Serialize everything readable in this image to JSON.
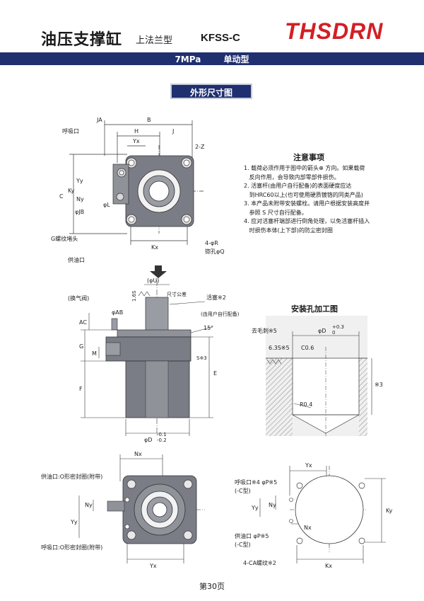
{
  "header": {
    "title": "油压支撑缸",
    "subtitle": "上法兰型",
    "model": "KFSS-C",
    "brand": "THSDRN",
    "pressure": "7MPa",
    "action": "单动型"
  },
  "section_title": "外形尺寸图",
  "notes": {
    "title": "注意事项",
    "lines": [
      "1. 载荷必须作用于图中的箭头⊕ 方向。如果载荷",
      "   反向作用，会导致内部零部件损伤。",
      "2. 活塞杆(由用户自行配备)的表面硬度应达",
      "   到HRC60以上(也可使用硬质镀铬的同类产品)",
      "3. 本产品未附带安装螺栓。请用户根据安装高度并",
      "   参照 S 尺寸自行配备。",
      "4. 应对活塞杆端部进行倒角处理，以免活塞杆插入",
      "   时损伤本体(上下部)的防尘密封圈"
    ]
  },
  "mount_title": "安装孔加工图",
  "page_number": "第30页",
  "top_view": {
    "labels": [
      "JA",
      "B",
      "H",
      "J",
      "Yx",
      "2-Z",
      "呼吸口",
      "C",
      "Ky",
      "Yy",
      "Ny",
      "φJB",
      "φL",
      "G螺纹堵头",
      "Kx",
      "4-φR",
      "锪孔φQ",
      "供油口"
    ]
  },
  "side_view": {
    "labels": [
      "(φU)",
      "1.6S",
      "尺寸公差",
      "(换气阀)",
      "φAB",
      "活塞※2",
      "(由用户自行配备)",
      "15°",
      "AC",
      "G",
      "M",
      "S※3",
      "E",
      "F",
      "φD"
    ],
    "tol_upper": "-0.1",
    "tol_lower": "-0.2"
  },
  "bottom_view": {
    "labels": [
      "Nx",
      "供油口:O形密封圈(附带)",
      "Ny",
      "Yy",
      "呼吸口:O形密封圈(附带)",
      "Yx"
    ]
  },
  "mount_section": {
    "labels": [
      "去毛刺※5",
      "φD",
      "6.3S※5",
      "C0.6",
      "※3",
      "R0.4"
    ],
    "tol_upper": "+0.3",
    "tol_lower": "0"
  },
  "mount_plan": {
    "labels": [
      "Yx",
      "呼吸口※4 φP※5",
      "(-C型)",
      "Yy",
      "Ny",
      "Nx",
      "供油口 φP※5",
      "(-C型)",
      "Ky",
      "4-CA螺纹※2",
      "Kx"
    ]
  },
  "colors": {
    "brand_red": "#d21f25",
    "navy": "#1f2f6f",
    "part_gray": "#7a7d85"
  }
}
